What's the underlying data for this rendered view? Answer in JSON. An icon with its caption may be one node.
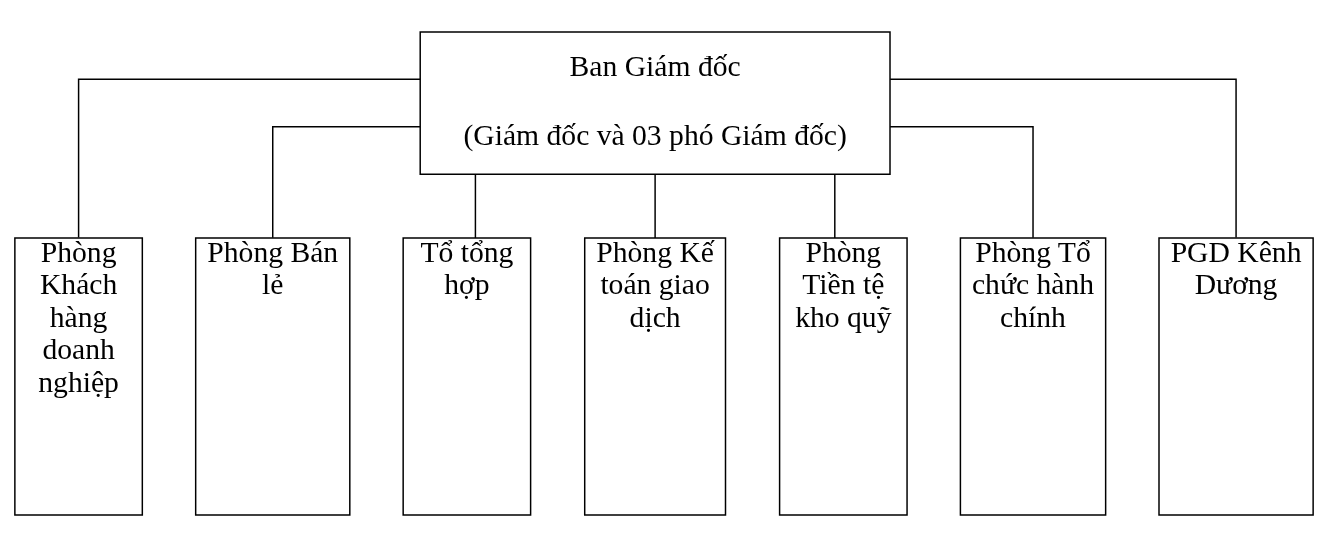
{
  "diagram": {
    "nodes": [
      {
        "text": [
          "Ban Giám đốc",
          "(Giám đốc và 03 phó Giám đốc)"
        ]
      },
      {
        "text": [
          "Phòng Khách hàng doanh nghiệp"
        ]
      },
      {
        "text": [
          "Phòng Bán lẻ"
        ]
      },
      {
        "text": [
          "Tổ tổng hợp"
        ]
      },
      {
        "text": [
          "Phòng Kế toán giao dịch"
        ]
      },
      {
        "text": [
          "Phòng Tiền tệ kho quỹ"
        ]
      },
      {
        "text": [
          "Phòng Tổ chức hành chính"
        ]
      },
      {
        "text": [
          "PGD Kênh Dương"
        ]
      }
    ],
    "edges": [
      {
        "from": 0,
        "to": 1,
        "arrow": "none"
      },
      {
        "from": 0,
        "to": 2,
        "arrow": "none"
      },
      {
        "from": 0,
        "to": 3,
        "arrow": "none"
      },
      {
        "from": 0,
        "to": 4,
        "arrow": "none"
      },
      {
        "from": 0,
        "to": 5,
        "arrow": "none"
      },
      {
        "from": 0,
        "to": 6,
        "arrow": "none"
      },
      {
        "from": 0,
        "to": 7,
        "arrow": "none"
      }
    ]
  }
}
